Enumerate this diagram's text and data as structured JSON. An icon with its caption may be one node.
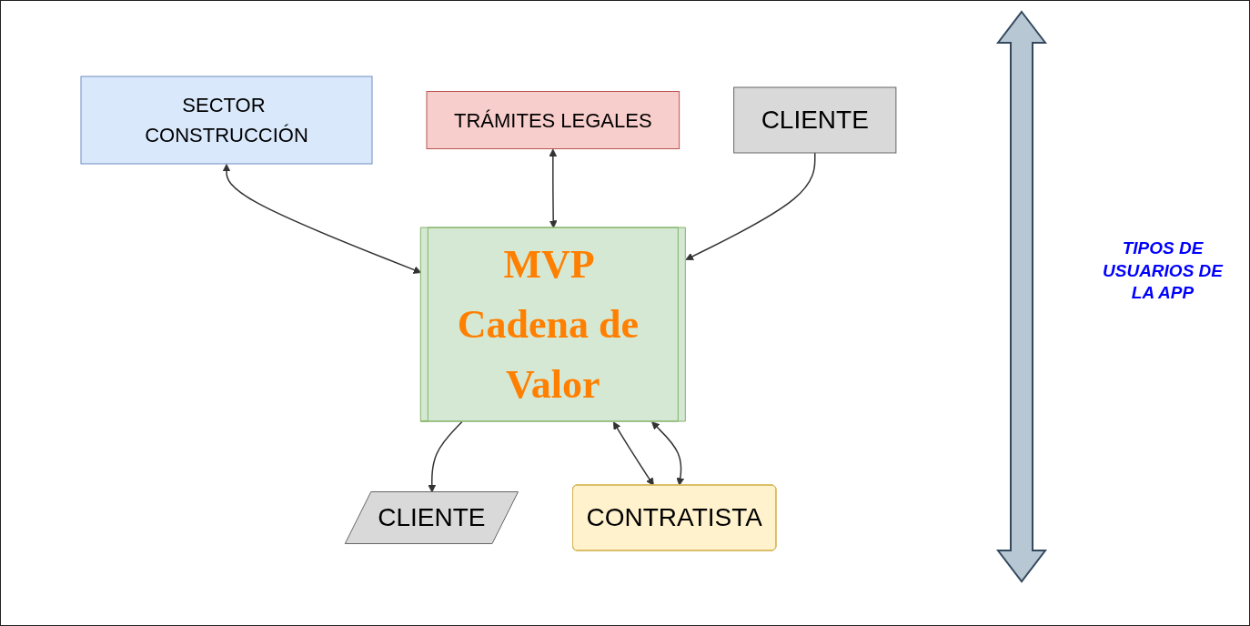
{
  "diagram": {
    "nodes": [
      {
        "text": [
          "SECTOR CONSTRUCCIÓN"
        ]
      },
      {
        "text": [
          "TRÁMITES LEGALES"
        ]
      },
      {
        "text": [
          "CLIENTE"
        ]
      },
      {
        "text": [
          "MVP Cadena de Valor"
        ]
      },
      {
        "text": [
          "CLIENTE"
        ]
      },
      {
        "text": [
          "CONTRATISTA"
        ]
      }
    ],
    "edges": [
      {
        "from": 0,
        "to": 3,
        "arrow": "both"
      },
      {
        "from": 1,
        "to": 3,
        "arrow": "both"
      },
      {
        "from": 2,
        "to": 3,
        "arrow": "to"
      },
      {
        "from": 3,
        "to": 4,
        "arrow": "to"
      },
      {
        "from": 3,
        "to": 5,
        "arrow": "both"
      },
      {
        "from": 3,
        "to": 5,
        "arrow": "both"
      }
    ],
    "labels": [
      "TIPOS DE USUARIOS DE LA APP"
    ]
  }
}
